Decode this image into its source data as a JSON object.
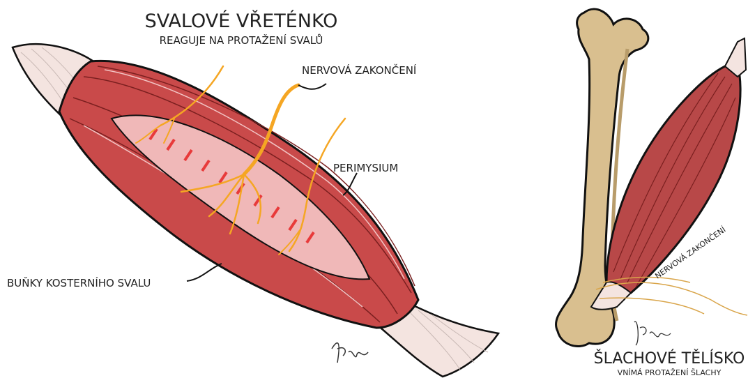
{
  "spindle": {
    "title": "SVALOVÉ VŘETÉNKO",
    "subtitle": "REAGUJE NA PROTAŽENÍ SVALŮ",
    "label_nerve_endings": "NERVOVÁ ZAKONČENÍ",
    "label_perimysium": "PERIMYSIUM",
    "label_muscle_cells": "BUŇKY KOSTERNÍHO SVALU"
  },
  "tendon_organ": {
    "title": "ŠLACHOVÉ TĚLÍSKO",
    "subtitle": "VNÍMÁ PROTAŽENÍ ŠLACHY",
    "label_nerve_endings": "NERVOVÁ ZAKONČENÍ"
  },
  "colors": {
    "muscle": "#c94a4a",
    "muscle_dark": "#a83232",
    "nerve": "#f5a623",
    "bone": "#d9bf8f",
    "tendon": "#f4e4e0"
  }
}
